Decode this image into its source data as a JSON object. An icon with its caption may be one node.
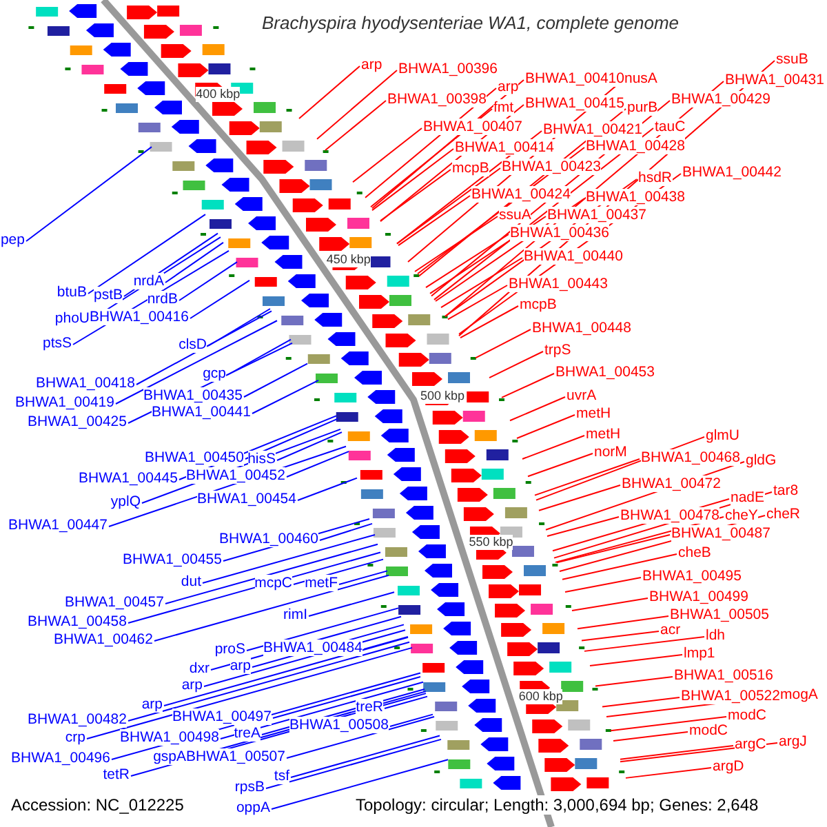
{
  "diagram": {
    "title": "Brachyspira hyodysenteriae WA1, complete genome",
    "nodes": [
      {
        "text": [
          "arp"
        ]
      },
      {
        "text": [
          "BHWA1_00396"
        ]
      },
      {
        "text": [
          "BHWA1_00410"
        ]
      },
      {
        "text": [
          "nusA"
        ]
      },
      {
        "text": [
          "ssuB"
        ]
      },
      {
        "text": [
          "BHWA1_00431"
        ]
      },
      {
        "text": [
          "arp"
        ]
      },
      {
        "text": [
          "BHWA1_00398"
        ]
      },
      {
        "text": [
          "fmt"
        ]
      },
      {
        "text": [
          "BHWA1_00415"
        ]
      },
      {
        "text": [
          "purB"
        ]
      },
      {
        "text": [
          "BHWA1_00429"
        ]
      },
      {
        "text": [
          "BHWA1_00407"
        ]
      },
      {
        "text": [
          "BHWA1_00421"
        ]
      },
      {
        "text": [
          "tauC"
        ]
      },
      {
        "text": [
          "BHWA1_00414"
        ]
      },
      {
        "text": [
          "BHWA1_00428"
        ]
      },
      {
        "text": [
          "mcpB"
        ]
      },
      {
        "text": [
          "BHWA1_00423"
        ]
      },
      {
        "text": [
          "hsdR"
        ]
      },
      {
        "text": [
          "BHWA1_00442"
        ]
      },
      {
        "text": [
          "BHWA1_00424"
        ]
      },
      {
        "text": [
          "BHWA1_00438"
        ]
      },
      {
        "text": [
          "ssuA"
        ]
      },
      {
        "text": [
          "BHWA1_00437"
        ]
      },
      {
        "text": [
          "BHWA1_00436"
        ]
      },
      {
        "text": [
          "BHWA1_00440"
        ]
      },
      {
        "text": [
          "BHWA1_00443"
        ]
      },
      {
        "text": [
          "mcpB"
        ]
      },
      {
        "text": [
          "BHWA1_00448"
        ]
      },
      {
        "text": [
          "trpS"
        ]
      },
      {
        "text": [
          "BHWA1_00453"
        ]
      },
      {
        "text": [
          "uvrA"
        ]
      },
      {
        "text": [
          "metH"
        ]
      },
      {
        "text": [
          "metH"
        ]
      },
      {
        "text": [
          "glmU"
        ]
      },
      {
        "text": [
          "norM"
        ]
      },
      {
        "text": [
          "BHWA1_00468"
        ]
      },
      {
        "text": [
          "gldG"
        ]
      },
      {
        "text": [
          "BHWA1_00472"
        ]
      },
      {
        "text": [
          "tar8"
        ]
      },
      {
        "text": [
          "nadE"
        ]
      },
      {
        "text": [
          "cheR"
        ]
      },
      {
        "text": [
          "BHWA1_00478"
        ]
      },
      {
        "text": [
          "cheY"
        ]
      },
      {
        "text": [
          "BHWA1_00487"
        ]
      },
      {
        "text": [
          "cheB"
        ]
      },
      {
        "text": [
          "BHWA1_00495"
        ]
      },
      {
        "text": [
          "BHWA1_00499"
        ]
      },
      {
        "text": [
          "BHWA1_00505"
        ]
      },
      {
        "text": [
          "acr"
        ]
      },
      {
        "text": [
          "ldh"
        ]
      },
      {
        "text": [
          "lmp1"
        ]
      },
      {
        "text": [
          "BHWA1_00516"
        ]
      },
      {
        "text": [
          "mogA"
        ]
      },
      {
        "text": [
          "BHWA1_00522"
        ]
      },
      {
        "text": [
          "modC"
        ]
      },
      {
        "text": [
          "modC"
        ]
      },
      {
        "text": [
          "argJ"
        ]
      },
      {
        "text": [
          "argC"
        ]
      },
      {
        "text": [
          "argD"
        ]
      },
      {
        "text": [
          "pep"
        ]
      },
      {
        "text": [
          "nrdA"
        ]
      },
      {
        "text": [
          "btuB"
        ]
      },
      {
        "text": [
          "pstB"
        ]
      },
      {
        "text": [
          "nrdB"
        ]
      },
      {
        "text": [
          "BHWA1_00416"
        ]
      },
      {
        "text": [
          "phoU"
        ]
      },
      {
        "text": [
          "ptsS"
        ]
      },
      {
        "text": [
          "clsD"
        ]
      },
      {
        "text": [
          "gcp"
        ]
      },
      {
        "text": [
          "BHWA1_00418"
        ]
      },
      {
        "text": [
          "BHWA1_00435"
        ]
      },
      {
        "text": [
          "BHWA1_00419"
        ]
      },
      {
        "text": [
          "BHWA1_00441"
        ]
      },
      {
        "text": [
          "BHWA1_00425"
        ]
      },
      {
        "text": [
          "BHWA1_00450"
        ]
      },
      {
        "text": [
          "hisS"
        ]
      },
      {
        "text": [
          "BHWA1_00452"
        ]
      },
      {
        "text": [
          "BHWA1_00445"
        ]
      },
      {
        "text": [
          "BHWA1_00454"
        ]
      },
      {
        "text": [
          "yplQ"
        ]
      },
      {
        "text": [
          "BHWA1_00447"
        ]
      },
      {
        "text": [
          "BHWA1_00460"
        ]
      },
      {
        "text": [
          "BHWA1_00455"
        ]
      },
      {
        "text": [
          "dut"
        ]
      },
      {
        "text": [
          "mcpC"
        ]
      },
      {
        "text": [
          "metF"
        ]
      },
      {
        "text": [
          "BHWA1_00457"
        ]
      },
      {
        "text": [
          "rimI"
        ]
      },
      {
        "text": [
          "BHWA1_00458"
        ]
      },
      {
        "text": [
          "BHWA1_00462"
        ]
      },
      {
        "text": [
          "BHWA1_00484"
        ]
      },
      {
        "text": [
          "proS"
        ]
      },
      {
        "text": [
          "arp"
        ]
      },
      {
        "text": [
          "dxr"
        ]
      },
      {
        "text": [
          "arp"
        ]
      },
      {
        "text": [
          "arp"
        ]
      },
      {
        "text": [
          "treR"
        ]
      },
      {
        "text": [
          "BHWA1_00497"
        ]
      },
      {
        "text": [
          "BHWA1_00482"
        ]
      },
      {
        "text": [
          "BHWA1_00508"
        ]
      },
      {
        "text": [
          "treA"
        ]
      },
      {
        "text": [
          "BHWA1_00498"
        ]
      },
      {
        "text": [
          "crp"
        ]
      },
      {
        "text": [
          "BHWA1_00496"
        ]
      },
      {
        "text": [
          "gspA"
        ]
      },
      {
        "text": [
          "BHWA1_00507"
        ]
      },
      {
        "text": [
          "tetR"
        ]
      },
      {
        "text": [
          "tsf"
        ]
      },
      {
        "text": [
          "rpsB"
        ]
      },
      {
        "text": [
          "oppA"
        ]
      }
    ],
    "edges": [
      {
        "from": 0,
        "to": null,
        "arrow": "none"
      },
      {
        "from": 1,
        "to": null,
        "arrow": "none"
      },
      {
        "from": 2,
        "to": null,
        "arrow": "none"
      },
      {
        "from": 3,
        "to": null,
        "arrow": "none"
      },
      {
        "from": 4,
        "to": null,
        "arrow": "none"
      },
      {
        "from": 5,
        "to": null,
        "arrow": "none"
      },
      {
        "from": 6,
        "to": null,
        "arrow": "none"
      },
      {
        "from": 7,
        "to": null,
        "arrow": "none"
      },
      {
        "from": 8,
        "to": null,
        "arrow": "none"
      },
      {
        "from": 9,
        "to": null,
        "arrow": "none"
      },
      {
        "from": 10,
        "to": null,
        "arrow": "none"
      },
      {
        "from": 11,
        "to": null,
        "arrow": "none"
      },
      {
        "from": 12,
        "to": null,
        "arrow": "none"
      },
      {
        "from": 13,
        "to": null,
        "arrow": "none"
      },
      {
        "from": 14,
        "to": null,
        "arrow": "none"
      },
      {
        "from": 15,
        "to": null,
        "arrow": "none"
      },
      {
        "from": 16,
        "to": null,
        "arrow": "none"
      },
      {
        "from": 17,
        "to": null,
        "arrow": "none"
      },
      {
        "from": 18,
        "to": null,
        "arrow": "none"
      },
      {
        "from": 19,
        "to": null,
        "arrow": "none"
      },
      {
        "from": 20,
        "to": null,
        "arrow": "none"
      },
      {
        "from": 21,
        "to": null,
        "arrow": "none"
      },
      {
        "from": 22,
        "to": null,
        "arrow": "none"
      },
      {
        "from": 23,
        "to": null,
        "arrow": "none"
      },
      {
        "from": 24,
        "to": null,
        "arrow": "none"
      },
      {
        "from": 25,
        "to": null,
        "arrow": "none"
      },
      {
        "from": 26,
        "to": null,
        "arrow": "none"
      },
      {
        "from": 27,
        "to": null,
        "arrow": "none"
      },
      {
        "from": 28,
        "to": null,
        "arrow": "none"
      },
      {
        "from": 29,
        "to": null,
        "arrow": "none"
      },
      {
        "from": 30,
        "to": null,
        "arrow": "none"
      },
      {
        "from": 31,
        "to": null,
        "arrow": "none"
      },
      {
        "from": 32,
        "to": null,
        "arrow": "none"
      },
      {
        "from": 33,
        "to": null,
        "arrow": "none"
      },
      {
        "from": 34,
        "to": null,
        "arrow": "none"
      },
      {
        "from": 35,
        "to": null,
        "arrow": "none"
      },
      {
        "from": 36,
        "to": null,
        "arrow": "none"
      },
      {
        "from": 37,
        "to": null,
        "arrow": "none"
      },
      {
        "from": 38,
        "to": null,
        "arrow": "none"
      },
      {
        "from": 39,
        "to": null,
        "arrow": "none"
      },
      {
        "from": 40,
        "to": null,
        "arrow": "none"
      },
      {
        "from": 41,
        "to": null,
        "arrow": "none"
      },
      {
        "from": 42,
        "to": null,
        "arrow": "none"
      },
      {
        "from": 43,
        "to": null,
        "arrow": "none"
      },
      {
        "from": 44,
        "to": null,
        "arrow": "none"
      },
      {
        "from": 45,
        "to": null,
        "arrow": "none"
      },
      {
        "from": 46,
        "to": null,
        "arrow": "none"
      },
      {
        "from": 47,
        "to": null,
        "arrow": "none"
      },
      {
        "from": 48,
        "to": null,
        "arrow": "none"
      },
      {
        "from": 49,
        "to": null,
        "arrow": "none"
      },
      {
        "from": 50,
        "to": null,
        "arrow": "none"
      },
      {
        "from": 51,
        "to": null,
        "arrow": "none"
      },
      {
        "from": 52,
        "to": null,
        "arrow": "none"
      },
      {
        "from": 53,
        "to": null,
        "arrow": "none"
      },
      {
        "from": 54,
        "to": null,
        "arrow": "none"
      },
      {
        "from": 55,
        "to": null,
        "arrow": "none"
      },
      {
        "from": 56,
        "to": null,
        "arrow": "none"
      },
      {
        "from": 57,
        "to": null,
        "arrow": "none"
      },
      {
        "from": 58,
        "to": null,
        "arrow": "none"
      },
      {
        "from": 59,
        "to": null,
        "arrow": "none"
      },
      {
        "from": 60,
        "to": null,
        "arrow": "none"
      },
      {
        "from": 61,
        "to": null,
        "arrow": "none",
        "color": "#0000ff"
      },
      {
        "from": 62,
        "to": null,
        "arrow": "none",
        "color": "#0000ff"
      },
      {
        "from": 63,
        "to": null,
        "arrow": "none",
        "color": "#0000ff"
      },
      {
        "from": 64,
        "to": null,
        "arrow": "none",
        "color": "#0000ff"
      },
      {
        "from": 65,
        "to": null,
        "arrow": "none",
        "color": "#0000ff"
      },
      {
        "from": 66,
        "to": null,
        "arrow": "none",
        "color": "#0000ff"
      },
      {
        "from": 67,
        "to": null,
        "arrow": "none",
        "color": "#0000ff"
      },
      {
        "from": 68,
        "to": null,
        "arrow": "none",
        "color": "#0000ff"
      },
      {
        "from": 69,
        "to": null,
        "arrow": "none",
        "color": "#0000ff"
      },
      {
        "from": 70,
        "to": null,
        "arrow": "none",
        "color": "#0000ff"
      },
      {
        "from": 71,
        "to": null,
        "arrow": "none",
        "color": "#0000ff"
      },
      {
        "from": 72,
        "to": null,
        "arrow": "none",
        "color": "#0000ff"
      },
      {
        "from": 73,
        "to": null,
        "arrow": "none",
        "color": "#0000ff"
      },
      {
        "from": 74,
        "to": null,
        "arrow": "none",
        "color": "#0000ff"
      },
      {
        "from": 75,
        "to": null,
        "arrow": "none",
        "color": "#0000ff"
      },
      {
        "from": 76,
        "to": null,
        "arrow": "none",
        "color": "#0000ff"
      },
      {
        "from": 77,
        "to": null,
        "arrow": "none",
        "color": "#0000ff"
      },
      {
        "from": 78,
        "to": null,
        "arrow": "none",
        "color": "#0000ff"
      },
      {
        "from": 79,
        "to": null,
        "arrow": "none",
        "color": "#0000ff"
      },
      {
        "from": 80,
        "to": null,
        "arrow": "none",
        "color": "#0000ff"
      },
      {
        "from": 81,
        "to": null,
        "arrow": "none",
        "color": "#0000ff"
      },
      {
        "from": 82,
        "to": null,
        "arrow": "none",
        "color": "#0000ff"
      },
      {
        "from": 83,
        "to": null,
        "arrow": "none",
        "color": "#0000ff"
      },
      {
        "from": 84,
        "to": null,
        "arrow": "none",
        "color": "#0000ff"
      },
      {
        "from": 85,
        "to": null,
        "arrow": "none",
        "color": "#0000ff"
      },
      {
        "from": 86,
        "to": null,
        "arrow": "none",
        "color": "#0000ff"
      },
      {
        "from": 87,
        "to": null,
        "arrow": "none",
        "color": "#0000ff"
      },
      {
        "from": 88,
        "to": null,
        "arrow": "none",
        "color": "#0000ff"
      },
      {
        "from": 89,
        "to": null,
        "arrow": "none",
        "color": "#0000ff"
      },
      {
        "from": 90,
        "to": null,
        "arrow": "none",
        "color": "#0000ff"
      },
      {
        "from": 91,
        "to": null,
        "arrow": "none",
        "color": "#0000ff"
      },
      {
        "from": 92,
        "to": null,
        "arrow": "none",
        "color": "#0000ff"
      },
      {
        "from": 93,
        "to": null,
        "arrow": "none",
        "color": "#0000ff"
      },
      {
        "from": 94,
        "to": null,
        "arrow": "none",
        "color": "#0000ff"
      },
      {
        "from": 95,
        "to": null,
        "arrow": "none",
        "color": "#0000ff"
      },
      {
        "from": 96,
        "to": null,
        "arrow": "none",
        "color": "#0000ff"
      },
      {
        "from": 97,
        "to": null,
        "arrow": "none",
        "color": "#0000ff"
      },
      {
        "from": 98,
        "to": null,
        "arrow": "none",
        "color": "#0000ff"
      },
      {
        "from": 99,
        "to": null,
        "arrow": "none",
        "color": "#0000ff"
      },
      {
        "from": 100,
        "to": null,
        "arrow": "none",
        "color": "#0000ff"
      },
      {
        "from": 101,
        "to": null,
        "arrow": "none",
        "color": "#0000ff"
      },
      {
        "from": 102,
        "to": null,
        "arrow": "none",
        "color": "#0000ff"
      },
      {
        "from": 103,
        "to": null,
        "arrow": "none",
        "color": "#0000ff"
      },
      {
        "from": 104,
        "to": null,
        "arrow": "none",
        "color": "#0000ff"
      },
      {
        "from": 105,
        "to": null,
        "arrow": "none",
        "color": "#0000ff"
      },
      {
        "from": 106,
        "to": null,
        "arrow": "none",
        "color": "#0000ff"
      },
      {
        "from": 107,
        "to": null,
        "arrow": "none",
        "color": "#0000ff"
      },
      {
        "from": 108,
        "to": null,
        "arrow": "none",
        "color": "#0000ff"
      },
      {
        "from": 109,
        "to": null,
        "arrow": "none",
        "color": "#0000ff"
      },
      {
        "from": 110,
        "to": null,
        "arrow": "none",
        "color": "#0000ff"
      },
      {
        "from": 111,
        "to": null,
        "arrow": "none",
        "color": "#0000ff"
      }
    ],
    "labels": [
      "400 kbp",
      "450 kbp",
      "500 kbp",
      "550 kbp",
      "600 kbp",
      "Accession: NC_012225",
      "Topology: circular; Length: 3,000,694 bp; Genes: 2,648"
    ]
  }
}
